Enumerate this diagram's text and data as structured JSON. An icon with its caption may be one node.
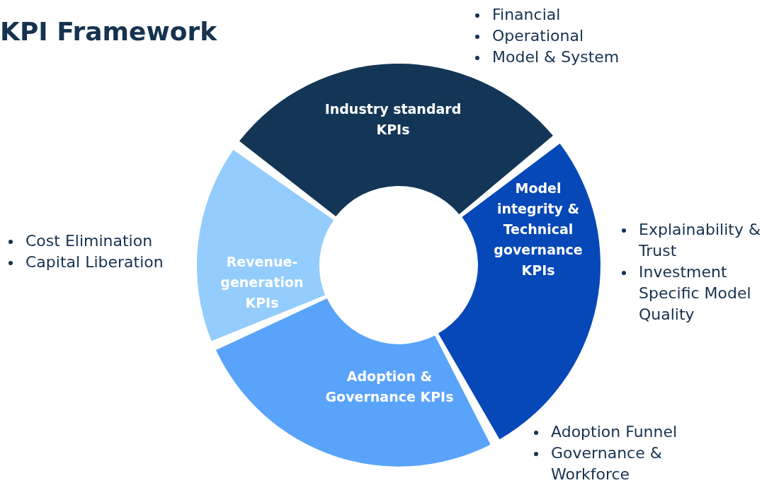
{
  "diagram": {
    "title": "KPI Framework",
    "nodes": [
      {
        "text": [
          "Industry standard KPIs"
        ],
        "beside": [
          "Financial",
          "Operational",
          "Model & System"
        ]
      },
      {
        "text": [
          "Model integrity & Technical governance KPIs"
        ],
        "beside": [
          "Explainability & Trust",
          "Investment Specific Model Quality"
        ]
      },
      {
        "text": [
          "Adoption & Governance KPIs"
        ],
        "beside": [
          "Adoption Funnel",
          "Governance & Workforce"
        ]
      },
      {
        "text": [
          "Revenue-generation KPIs"
        ],
        "beside": [
          "Cost Elimination",
          "Capital Liberation"
        ]
      }
    ]
  }
}
